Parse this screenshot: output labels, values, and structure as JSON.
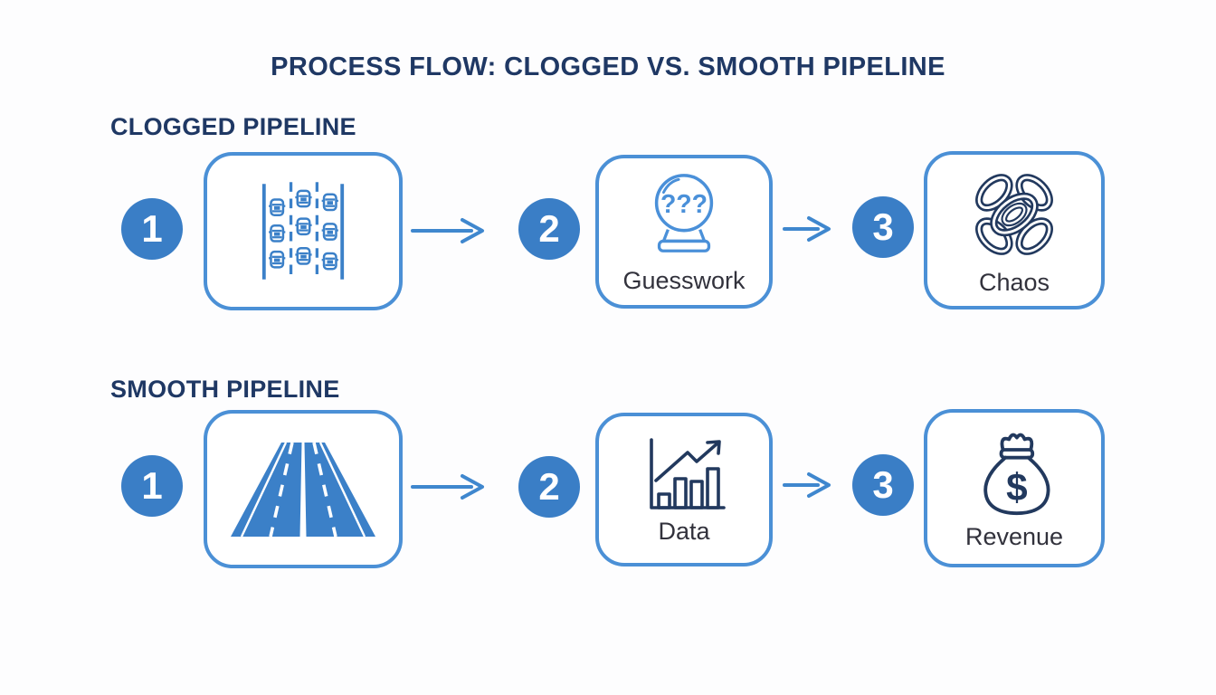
{
  "title": "PROCESS FLOW: CLOGGED VS. SMOOTH PIPELINE",
  "colors": {
    "heading_navy": "#1f3864",
    "step_circle_blue": "#3a7ec6",
    "box_border_blue": "#4b90d6",
    "light_icon_blue": "#3b80c8",
    "crystal_ball_blue": "#4a90d9",
    "dark_icon_navy": "#22395e",
    "arrow_blue": "#3f87ce",
    "label_dark": "#32323c"
  },
  "rows": [
    {
      "header": "CLOGGED PIPELINE",
      "steps": [
        {
          "number": "1",
          "icon": "traffic-jam-icon",
          "label": ""
        },
        {
          "number": "2",
          "icon": "crystal-ball-icon",
          "icon_text": "???",
          "label": "Guesswork"
        },
        {
          "number": "3",
          "icon": "tangled-knot-icon",
          "label": "Chaos"
        }
      ]
    },
    {
      "header": "SMOOTH PIPELINE",
      "steps": [
        {
          "number": "1",
          "icon": "highway-icon",
          "label": ""
        },
        {
          "number": "2",
          "icon": "growth-chart-icon",
          "label": "Data"
        },
        {
          "number": "3",
          "icon": "money-bag-icon",
          "icon_text": "$",
          "label": "Revenue"
        }
      ]
    }
  ]
}
